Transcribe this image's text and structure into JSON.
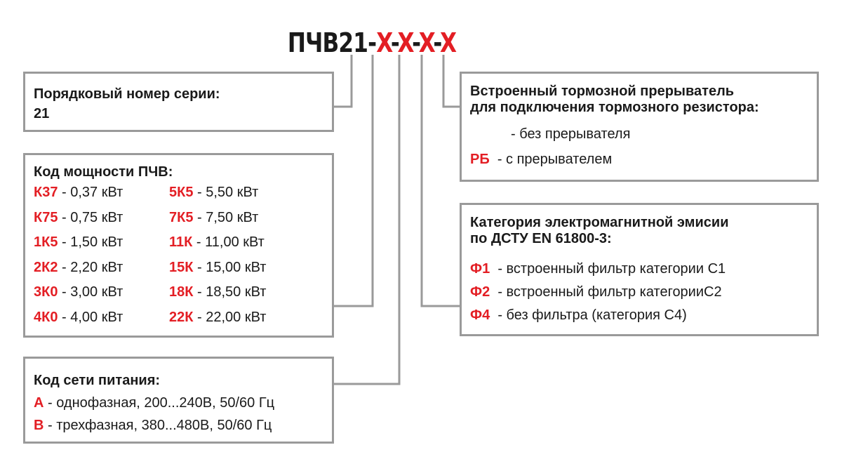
{
  "title": {
    "prefix": "ПЧВ21",
    "parts": [
      "-",
      "X",
      "-",
      "X",
      "-",
      "X",
      "-",
      "X"
    ]
  },
  "series_box": {
    "header": "Порядковый номер серии:",
    "value": "21"
  },
  "power_box": {
    "header": "Код мощности ПЧВ:",
    "left": [
      {
        "code": "К37",
        "text": " - 0,37 кВт"
      },
      {
        "code": "К75",
        "text": " - 0,75 кВт"
      },
      {
        "code": "1К5",
        "text": " - 1,50 кВт"
      },
      {
        "code": "2К2",
        "text": " - 2,20 кВт"
      },
      {
        "code": "3К0",
        "text": " - 3,00 кВт"
      },
      {
        "code": "4К0",
        "text": " - 4,00 кВт"
      }
    ],
    "right": [
      {
        "code": "5К5",
        "text": " - 5,50 кВт"
      },
      {
        "code": "7К5",
        "text": " - 7,50 кВт"
      },
      {
        "code": "11К",
        "text": " - 11,00 кВт"
      },
      {
        "code": "15К",
        "text": " - 15,00 кВт"
      },
      {
        "code": "18К",
        "text": " - 18,50 кВт"
      },
      {
        "code": "22К",
        "text": " - 22,00 кВт"
      }
    ]
  },
  "supply_box": {
    "header": "Код сети питания:",
    "items": [
      {
        "code": "А",
        "text": " - однофазная, 200...240В, 50/60 Гц"
      },
      {
        "code": "В",
        "text": " - трехфазная, 380...480В, 50/60 Гц"
      }
    ]
  },
  "brake_box": {
    "header": [
      "Встроенный тормозной прерыватель",
      "для подключения тормозного резистора:"
    ],
    "items": [
      {
        "code": "",
        "text": "- без прерывателя"
      },
      {
        "code": "РБ",
        "text": "  - с прерывателем"
      }
    ]
  },
  "emc_box": {
    "header": [
      "Категория электромагнитной эмисии",
      "по ДСТУ EN 61800-3:"
    ],
    "items": [
      {
        "code": "Ф1",
        "text": "  - встроенный фильтр категории С1"
      },
      {
        "code": "Ф2",
        "text": "  - встроенный фильтр категорииС2"
      },
      {
        "code": "Ф4",
        "text": "  - без фильтра (категория С4)"
      }
    ]
  },
  "colors": {
    "accent": "#e31e24",
    "border": "#9a9a9a",
    "text": "#1a1a1a"
  }
}
